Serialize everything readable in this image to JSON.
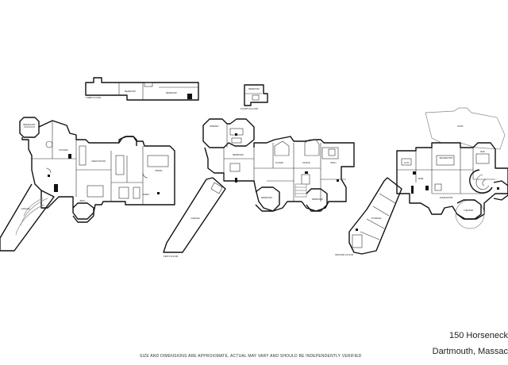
{
  "address": {
    "line1": "150 Horseneck",
    "line2": "Dartmouth, Massac"
  },
  "disclaimer": "SIZE AND DIMENSIONS ARE APPROXIMATE, ACTUAL MAY VARY AND SHOULD BE INDEPENDENTLY VERIFIED",
  "floor_labels": {
    "third": "THIRD FLOOR",
    "fourth": "FOURTH FLOOR",
    "first": "FIRST FLOOR",
    "ground": "GROUND FLOOR"
  },
  "rooms": {
    "third_room_a": "BEDROOM",
    "third_room_b": "BEDROOM",
    "fourth_room": "BEDROOM",
    "left_top": "BREAKFAST",
    "left_kitchen": "KITCHEN",
    "left_great": "GREAT ROOM",
    "left_dining": "DINING",
    "left_family": "FAMILY",
    "left_garage": "GARAGE",
    "left_bath": "BATH",
    "mid_primary": "PRIMARY",
    "mid_bed1": "BEDROOM",
    "mid_bed2": "BEDROOM",
    "mid_bed3": "BEDROOM",
    "mid_closet": "CLOSET",
    "mid_office": "OFFICE",
    "mid_bath": "BATH",
    "mid_garage": "GARAGE",
    "right_patio": "PATIO",
    "right_gym": "GYM",
    "right_rec": "RECREATION",
    "right_game": "GAME ROOM",
    "right_storage": "STORAGE",
    "right_wine": "WINE",
    "right_theater": "THEATER",
    "right_bar": "BAR"
  }
}
